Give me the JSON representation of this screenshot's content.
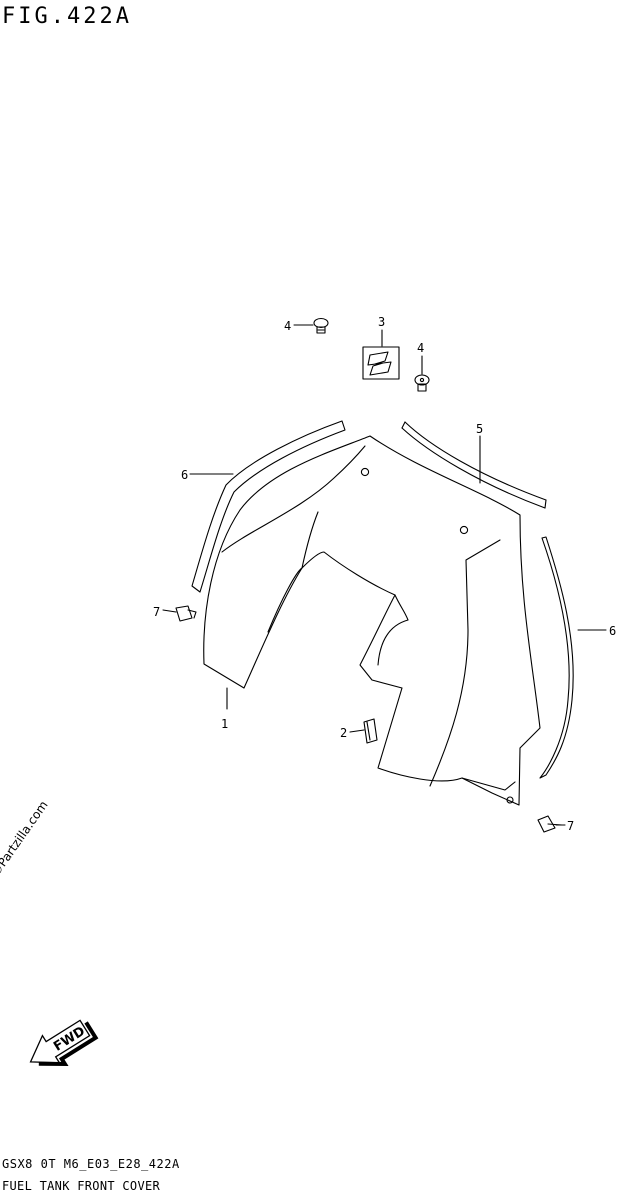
{
  "figure": {
    "title": "FIG.422A"
  },
  "footer": {
    "code": "GSX8 0T M6_E03_E28_422A",
    "name": "FUEL TANK FRONT COVER"
  },
  "watermark": "©Partzilla.com",
  "callouts": [
    {
      "id": "c1",
      "label": "1"
    },
    {
      "id": "c2",
      "label": "2"
    },
    {
      "id": "c3",
      "label": "3"
    },
    {
      "id": "c4a",
      "label": "4"
    },
    {
      "id": "c4b",
      "label": "4"
    },
    {
      "id": "c5",
      "label": "5"
    },
    {
      "id": "c6a",
      "label": "6"
    },
    {
      "id": "c6b",
      "label": "6"
    },
    {
      "id": "c7a",
      "label": "7"
    },
    {
      "id": "c7b",
      "label": "7"
    }
  ],
  "fwd_arrow": {
    "label": "FWD"
  }
}
